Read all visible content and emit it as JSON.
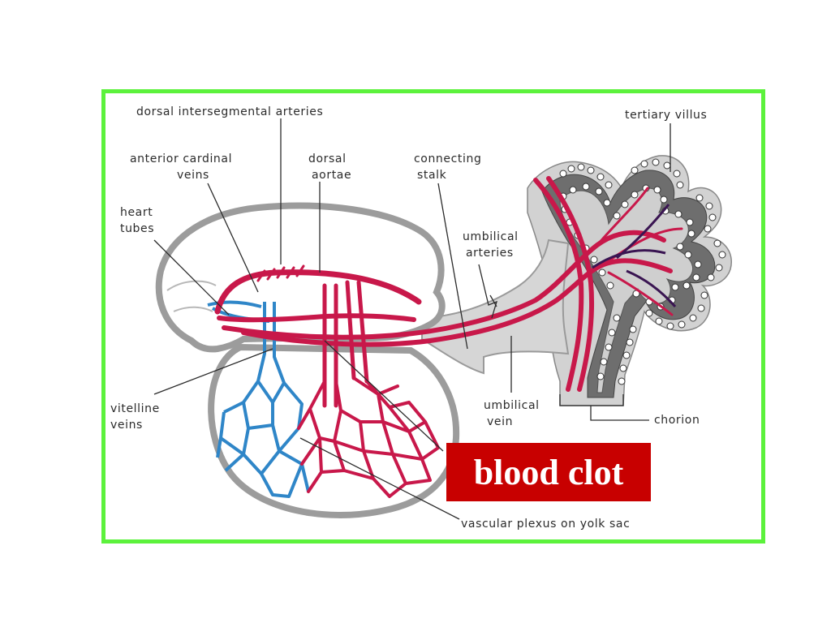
{
  "labels": {
    "dorsal_intersegmental_arteries": "dorsal intersegmental arteries",
    "anterior_cardinal_veins_1": "anterior cardinal",
    "anterior_cardinal_veins_2": "veins",
    "dorsal_aortae_1": "dorsal",
    "dorsal_aortae_2": "aortae",
    "connecting_stalk_1": "connecting",
    "connecting_stalk_2": "stalk",
    "tertiary_villus": "tertiary villus",
    "heart_tubes_1": "heart",
    "heart_tubes_2": "tubes",
    "umbilical_arteries_1": "umbilical",
    "umbilical_arteries_2": "arteries",
    "vitelline_veins_1": "vitelline",
    "vitelline_veins_2": "veins",
    "umbilical_vein_1": "umbilical",
    "umbilical_vein_2": "vein",
    "chorion": "chorion",
    "vascular_plexus": "vascular plexus on yolk sac"
  },
  "callout": {
    "text": "blood clot"
  },
  "colors": {
    "frame": "#5cf23c",
    "artery": "#c8184a",
    "vein": "#2f86c8",
    "tissue": "#d2d2d2",
    "villus_core": "#6e6e6e",
    "callout_bg": "#c80000"
  }
}
